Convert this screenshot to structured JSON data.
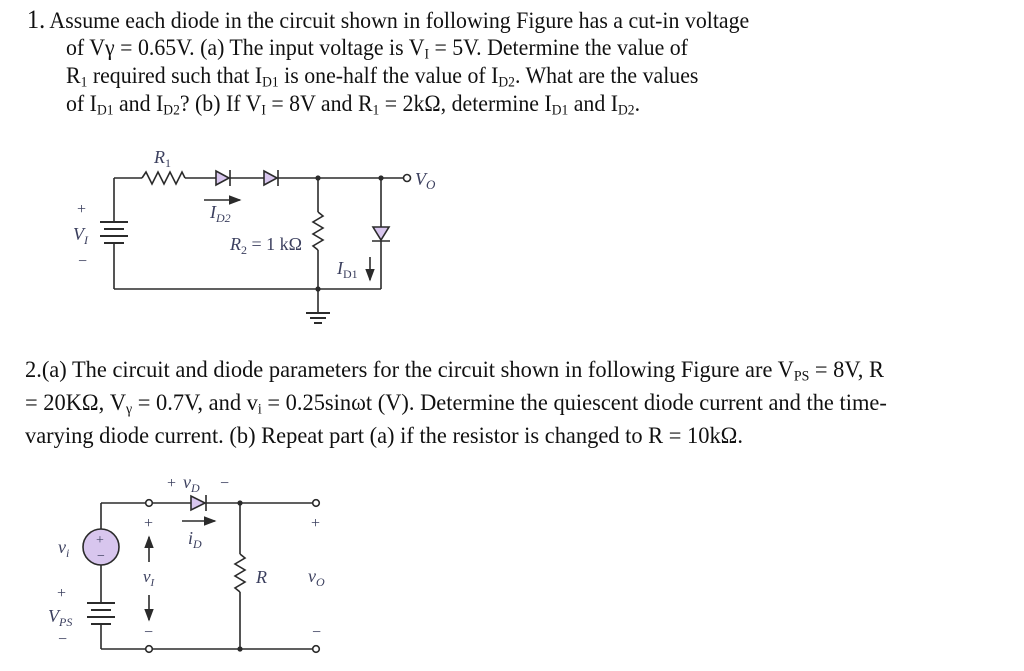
{
  "problem1": {
    "number": "1.",
    "lines": [
      "Assume each diode in the circuit shown in following Figure has a cut-in voltage",
      [
        "of Vγ = 0.65V. (a) The input voltage is V",
        "I",
        " = 5V. Determine the value of"
      ],
      [
        "R",
        "1",
        " required such that I",
        "D1",
        " is one-half the value of I",
        "D2",
        ". What are the values"
      ],
      [
        "of I",
        "D1",
        " and I",
        "D2",
        "? (b) If V",
        "I",
        " = 8V and R",
        "1",
        " = 2kΩ, determine I",
        "D1",
        " and I",
        "D2",
        "."
      ]
    ],
    "figure": {
      "labels": {
        "r1": "R",
        "r1_sub": "1",
        "vo": "V",
        "vo_sub": "O",
        "vi": "V",
        "vi_sub": "I",
        "vi_plus": "+",
        "vi_minus": "−",
        "id2": "I",
        "id2_sub": "D2",
        "r2": "R",
        "r2_sub": "2",
        "r2_value": " = 1 kΩ",
        "id1": "I",
        "id1_sub": "D1"
      }
    }
  },
  "problem2": {
    "lines": [
      [
        "2.(a) The circuit and diode parameters for the circuit shown in following Figure are V",
        "PS",
        " = 8V, R"
      ],
      [
        "= 20KΩ, V",
        "γ",
        " = 0.7V, and v",
        "i",
        " = 0.25sinωt (V).  Determine the quiescent diode current and the time-"
      ],
      [
        "varying diode current. (b) Repeat part (a) if the resistor is changed to R = 10kΩ."
      ]
    ],
    "figure": {
      "labels": {
        "vd_plus": "+",
        "vd": "v",
        "vd_sub": "D",
        "vd_minus": "−",
        "vi_src": "v",
        "vi_src_sub": "i",
        "src_plus": "+",
        "src_minus": "−",
        "vps_plus": "+",
        "vps": "V",
        "vps_sub": "PS",
        "vps_minus": "−",
        "vI_plus": "+",
        "vI": "v",
        "vI_sub": "I",
        "vI_minus": "−",
        "id": "i",
        "id_sub": "D",
        "r": "R",
        "vo_plus": "+",
        "vo": "v",
        "vo_sub": "O",
        "vo_minus": "−"
      }
    }
  },
  "colors": {
    "wire": "#2b2b2b",
    "diode_fill": "#d8c6ee",
    "source_fill": "#d8c6ee",
    "label": "#3b3f5e"
  }
}
